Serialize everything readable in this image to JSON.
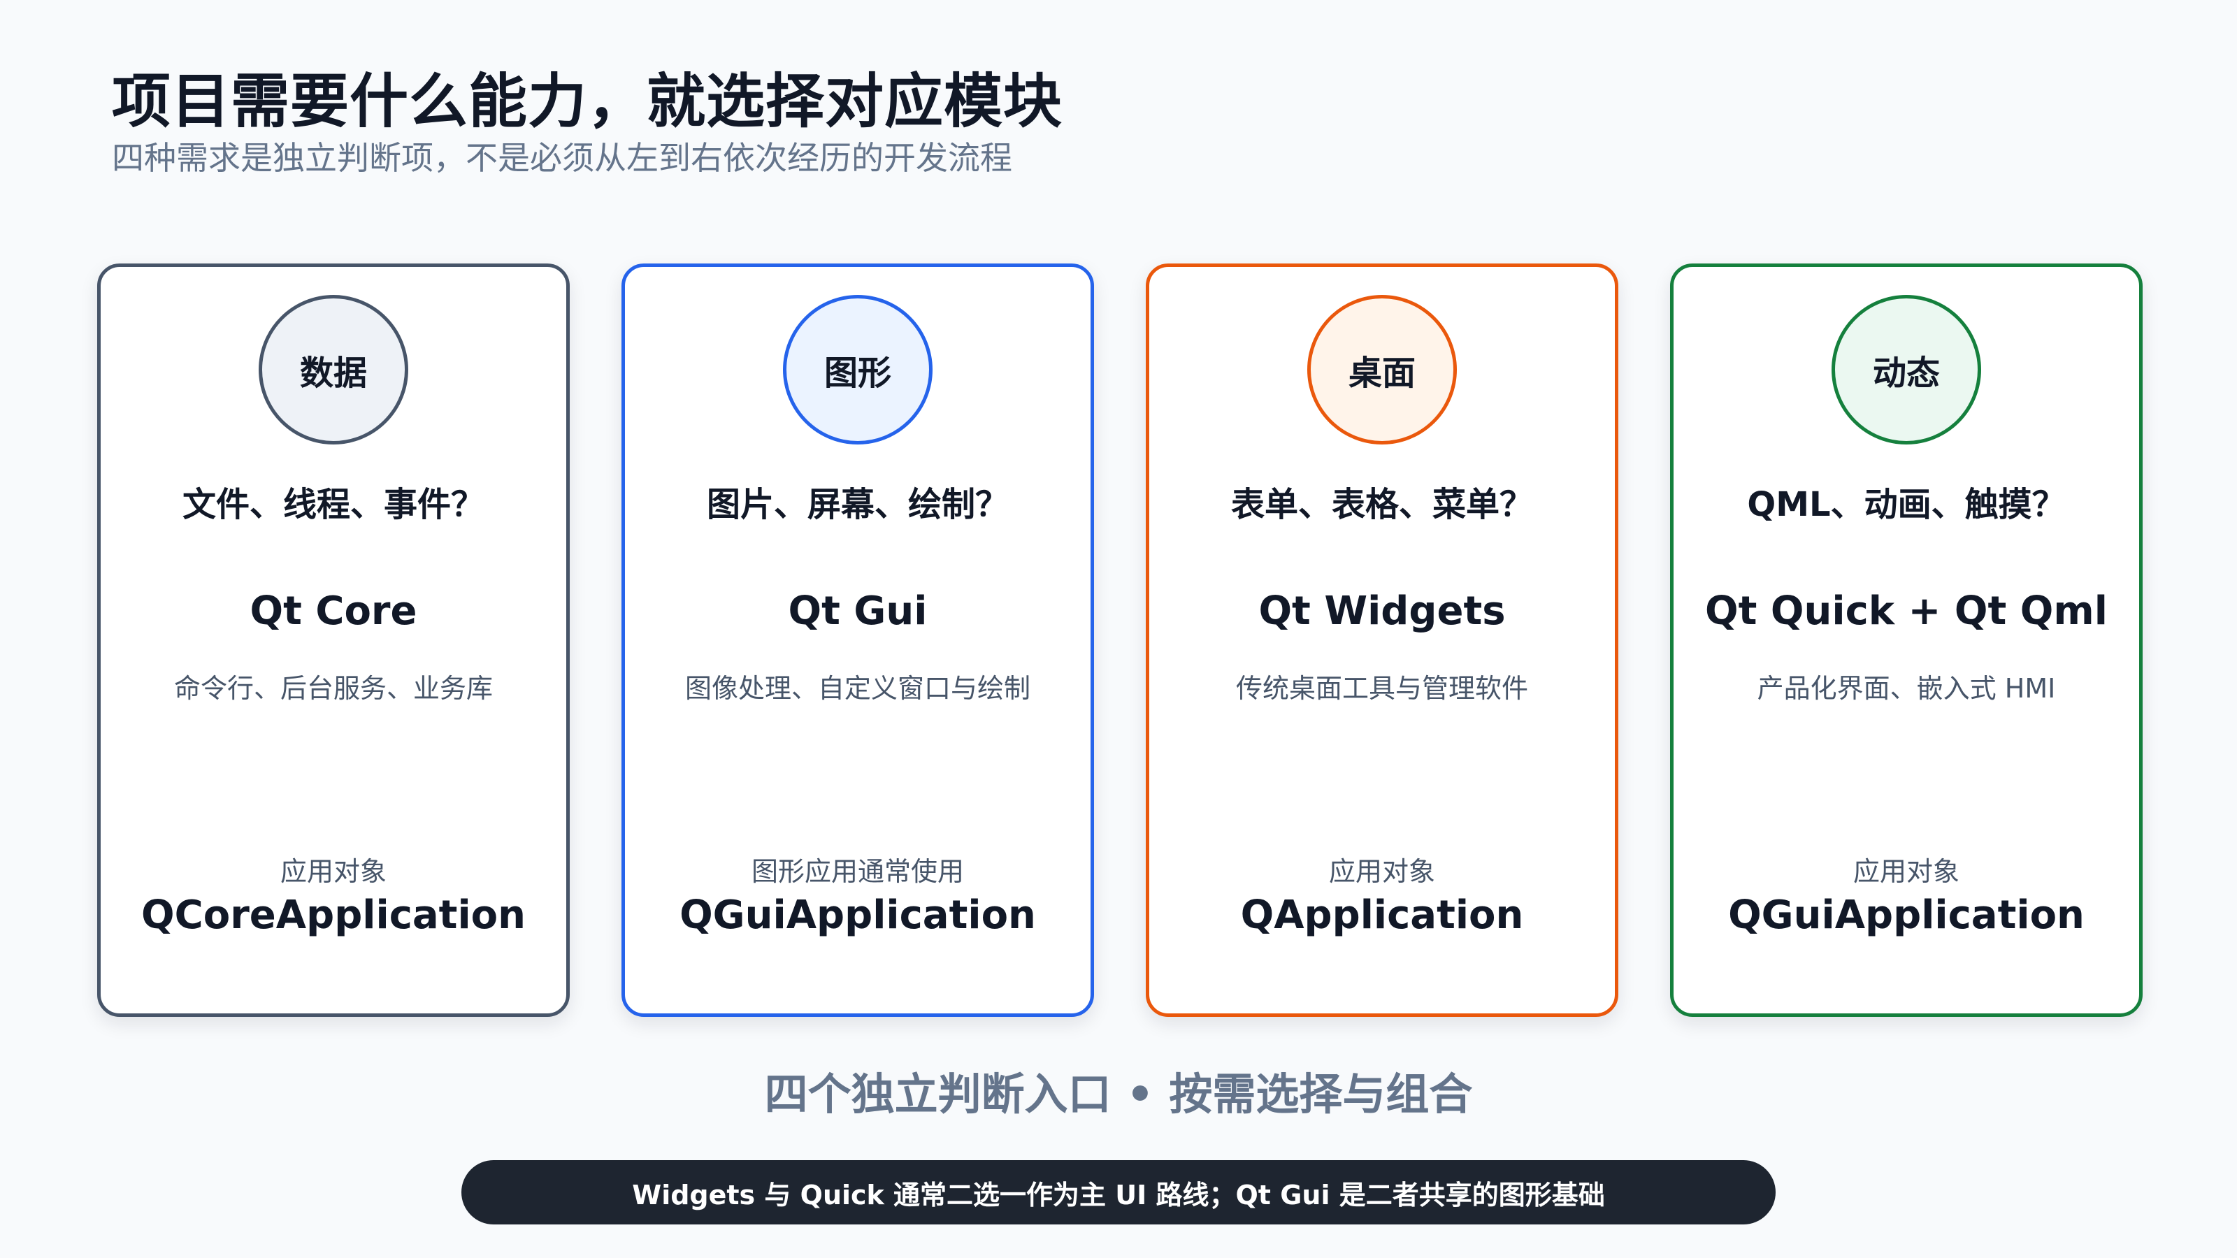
{
  "header": {
    "title": "项目需要什么能力，就选择对应模块",
    "subtitle": "四种需求是独立判断项，不是必须从左到右依次经历的开发流程"
  },
  "cards": [
    {
      "circle": "数据",
      "question": "文件、线程、事件？",
      "module": "Qt Core",
      "desc": "命令行、后台服务、业务库",
      "app_label": "应用对象",
      "app_class": "QCoreApplication",
      "border_color": "#475569",
      "circle_fill": "#eef2f7"
    },
    {
      "circle": "图形",
      "question": "图片、屏幕、绘制？",
      "module": "Qt Gui",
      "desc": "图像处理、自定义窗口与绘制",
      "app_label": "图形应用通常使用",
      "app_class": "QGuiApplication",
      "border_color": "#2563eb",
      "circle_fill": "#ebf3ff"
    },
    {
      "circle": "桌面",
      "question": "表单、表格、菜单？",
      "module": "Qt Widgets",
      "desc": "传统桌面工具与管理软件",
      "app_label": "应用对象",
      "app_class": "QApplication",
      "border_color": "#ea580c",
      "circle_fill": "#fff4ea"
    },
    {
      "circle": "动态",
      "question": "QML、动画、触摸？",
      "module": "Qt Quick + Qt Qml",
      "desc": "产品化界面、嵌入式 HMI",
      "app_label": "应用对象",
      "app_class": "QGuiApplication",
      "border_color": "#15803d",
      "circle_fill": "#ebf8f1"
    }
  ],
  "footer": {
    "text": "四个独立判断入口 • 按需选择与组合",
    "banner": "Widgets 与 Quick 通常二选一作为主 UI 路线；Qt Gui 是二者共享的图形基础"
  }
}
